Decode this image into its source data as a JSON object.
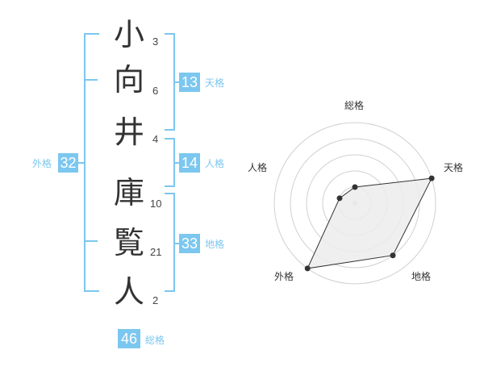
{
  "name_chars": [
    {
      "char": "小",
      "strokes": "3"
    },
    {
      "char": "向",
      "strokes": "6"
    },
    {
      "char": "井",
      "strokes": "4"
    },
    {
      "char": "庫",
      "strokes": "10"
    },
    {
      "char": "覧",
      "strokes": "21"
    },
    {
      "char": "人",
      "strokes": "2"
    }
  ],
  "kaku": {
    "tenkaku": {
      "value": "13",
      "label": "天格"
    },
    "jinkaku": {
      "value": "14",
      "label": "人格"
    },
    "chikaku": {
      "value": "33",
      "label": "地格"
    },
    "gaikaku": {
      "value": "32",
      "label": "外格"
    },
    "soukaku": {
      "value": "46",
      "label": "総格"
    }
  },
  "colors": {
    "accent": "#7cc7ef",
    "radar_fill": "#ececec",
    "text": "#333333"
  },
  "chart_data": {
    "type": "radar",
    "axes": [
      "総格",
      "天格",
      "地格",
      "外格",
      "人格"
    ],
    "values": [
      1,
      5,
      4,
      5,
      1
    ],
    "max": 5,
    "rings": 5
  }
}
